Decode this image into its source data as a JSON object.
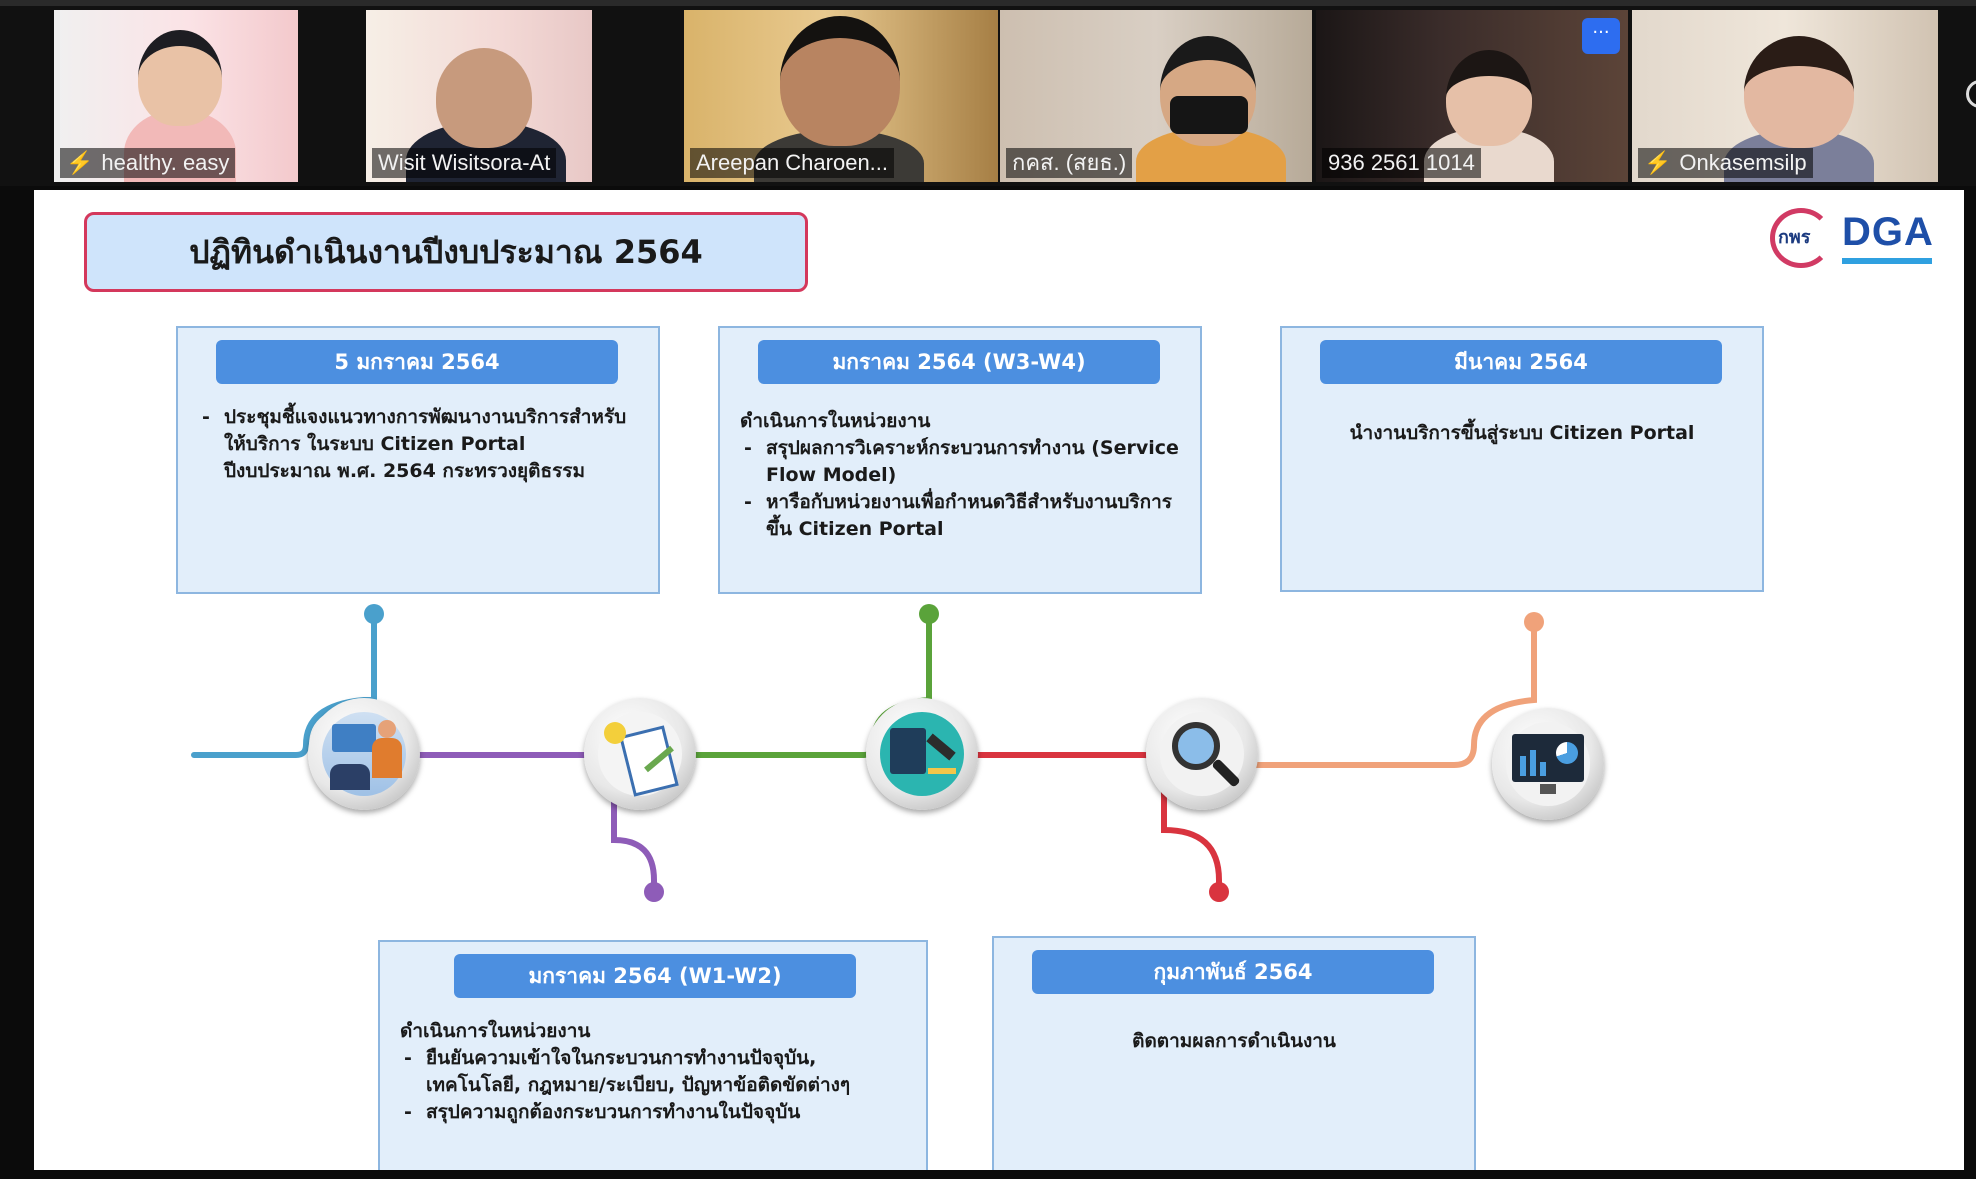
{
  "participants": [
    {
      "name": "healthy. easy",
      "muted": true,
      "mic_icon": "muted-mic-icon"
    },
    {
      "name": "Wisit Wisitsora-At",
      "muted": false
    },
    {
      "name": "Areepan Charoen...",
      "muted": false,
      "speaking": true
    },
    {
      "name": "กคส. (สยธ.)",
      "muted": false
    },
    {
      "name": "936 2561 1014",
      "muted": false,
      "more_label": "···"
    },
    {
      "name": "Onkasemsilp",
      "muted": true,
      "mic_icon": "muted-mic-icon"
    }
  ],
  "slide": {
    "title": "ปฏิทินดำเนินงานปีงบประมาณ 2564",
    "logo": {
      "left_text": "กพร",
      "right_text": "DGA"
    },
    "boxes": [
      {
        "heading": "5 มกราคม 2564",
        "items": [
          "ประชุมชี้แจงแนวทางการพัฒนางานบริการสำหรับให้บริการ ในระบบ Citizen Portal ปีงบประมาณ พ.ศ. 2564 กระทรวงยุติธรรม"
        ]
      },
      {
        "heading": "มกราคม 2564 (W3-W4)",
        "intro": "ดำเนินการในหน่วยงาน",
        "items": [
          "สรุปผลการวิเคราะห์กระบวนการทำงาน (Service Flow Model)",
          "หารือกับหน่วยงานเพื่อกำหนดวิธีสำหรับงานบริการขึ้น Citizen Portal"
        ]
      },
      {
        "heading": "มีนาคม 2564",
        "text": "นำงานบริการขึ้นสู่ระบบ Citizen Portal"
      },
      {
        "heading": "มกราคม 2564 (W1-W2)",
        "intro": "ดำเนินการในหน่วยงาน",
        "items": [
          "ยืนยันความเข้าใจในกระบวนการทำงานปัจจุบัน, เทคโนโลยี, กฎหมาย/ระเบียบ, ปัญหาข้อติดขัดต่างๆ",
          "สรุปความถูกต้องกระบวนการทำงานในปัจจุบัน"
        ]
      },
      {
        "heading": "กุมภาพันธ์ 2564",
        "text": "ติดตามผลการดำเนินงาน"
      }
    ],
    "timeline": {
      "colors": [
        "#4aa0cc",
        "#8e5cb8",
        "#5aa33a",
        "#d9343f",
        "#f0a27a"
      ],
      "icons": [
        "meeting-icon",
        "checklist-idea-icon",
        "gavel-book-icon",
        "magnifier-icon",
        "monitor-chart-icon"
      ]
    }
  }
}
